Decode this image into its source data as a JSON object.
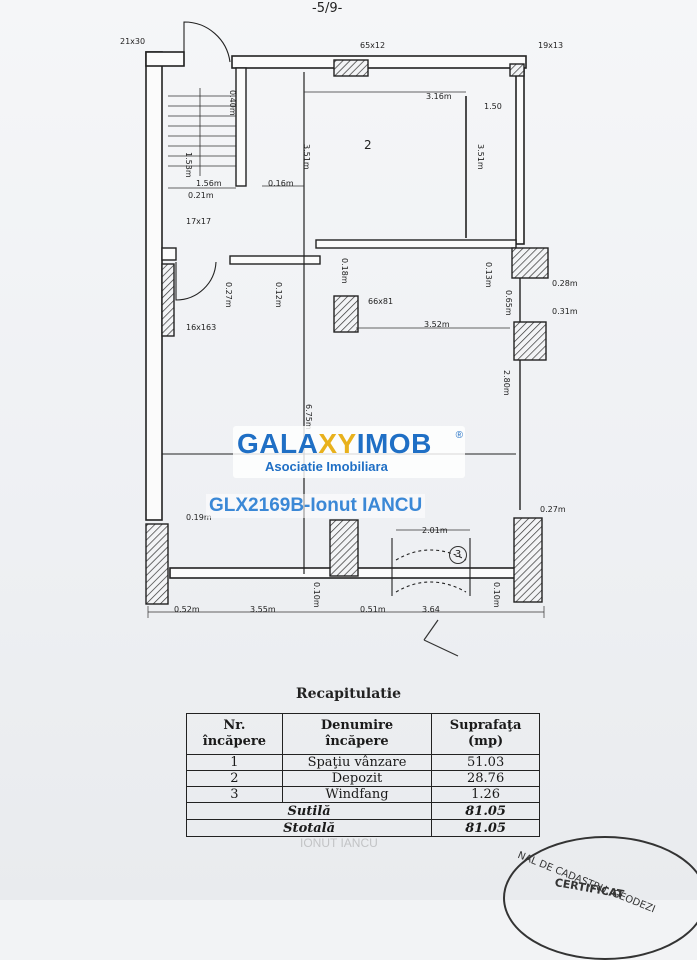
{
  "plan": {
    "header_mark": "-5/9-",
    "rooms": {
      "r2": "2",
      "r3": "3"
    },
    "labels": {
      "tl_corner": "21x30",
      "top_col": "65x12",
      "tr_corner": "19x13",
      "pillar_small": "17x17",
      "pillar_left": "16x163",
      "pillar_center": "66x81",
      "d_316": "3.16m",
      "d_150": "1.50",
      "d_351": "3.51m",
      "d_351b": "3.51m",
      "d_040": "0.40m",
      "d_153": "1.53m",
      "d_156": "1.56m",
      "d_021": "0.21m",
      "d_016": "0.16m",
      "d_027a": "0.27m",
      "d_012": "0.12m",
      "d_018": "0.18m",
      "d_013": "0.13m",
      "d_028": "0.28m",
      "d_065": "0.65m",
      "d_031": "0.31m",
      "d_352": "3.52m",
      "d_280": "2.80m",
      "d_675": "6.75m",
      "d_019": "0.19m",
      "d_027b": "0.27m",
      "d_201": "2.01m",
      "d_010a": "0.10m",
      "d_010b": "0.10m",
      "d_052": "0.52m",
      "d_355": "3.55m",
      "d_051": "0.51m",
      "d_364": "3.64"
    }
  },
  "watermark": {
    "brand_a": "GALA",
    "brand_b": "XY",
    "brand_c": "IMOB",
    "reg": "®",
    "tagline": "Asociatie Imobiliara",
    "code": "GLX2169B-Ionut IANCU"
  },
  "recap": {
    "title": "Recapitulatie",
    "headers": {
      "col1_l1": "Nr.",
      "col1_l2": "încăpere",
      "col2_l1": "Denumire",
      "col2_l2": "încăpere",
      "col3_l1": "Suprafaţa",
      "col3_l2": "(mp)"
    },
    "rows": [
      {
        "nr": "1",
        "name": "Spaţiu vânzare",
        "area": "51.03"
      },
      {
        "nr": "2",
        "name": "Depozit",
        "area": "28.76"
      },
      {
        "nr": "3",
        "name": "Windfang",
        "area": "1.26"
      }
    ],
    "totals": [
      {
        "label": "Sutilă",
        "value": "81.05"
      },
      {
        "label": "Stotală",
        "value": "81.05"
      }
    ],
    "watermark_text": "IONUT IANCU"
  },
  "stamp": {
    "line1": "NAL DE CADASTRU, GEODEZI",
    "line2": "CERTIFICAT"
  }
}
